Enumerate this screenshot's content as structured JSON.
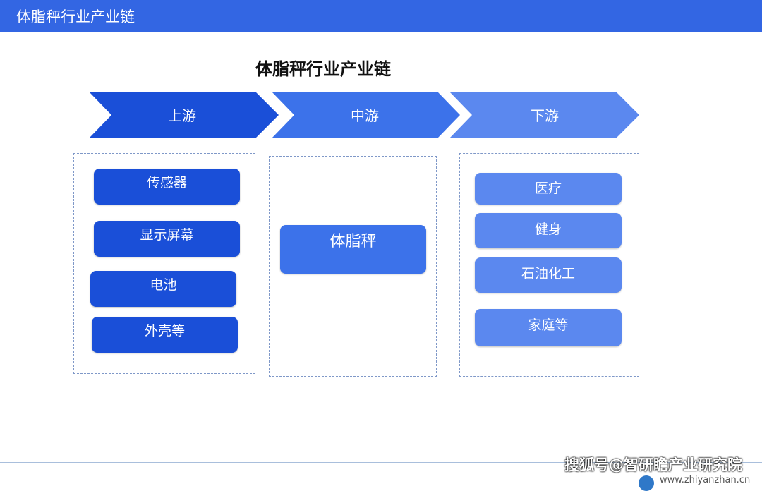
{
  "header": {
    "title": "体脂秤行业产业链"
  },
  "diagram": {
    "title": "体脂秤行业产业链",
    "stages": [
      {
        "label": "上游"
      },
      {
        "label": "中游"
      },
      {
        "label": "下游"
      }
    ],
    "upstream": [
      "传感器",
      "显示屏幕",
      "电池",
      "外壳等"
    ],
    "midstream": [
      "体脂秤"
    ],
    "downstream": [
      "医疗",
      "健身",
      "石油化工",
      "家庭等"
    ]
  },
  "footer": {
    "watermark": "搜狐号@智研瞻产业研究院",
    "url": "www.zhiyanzhan.cn"
  },
  "colors": {
    "header": "#3366e3",
    "upstream": "#1a4fd8",
    "midstream": "#3c72ea",
    "downstream": "#5b88ef"
  }
}
